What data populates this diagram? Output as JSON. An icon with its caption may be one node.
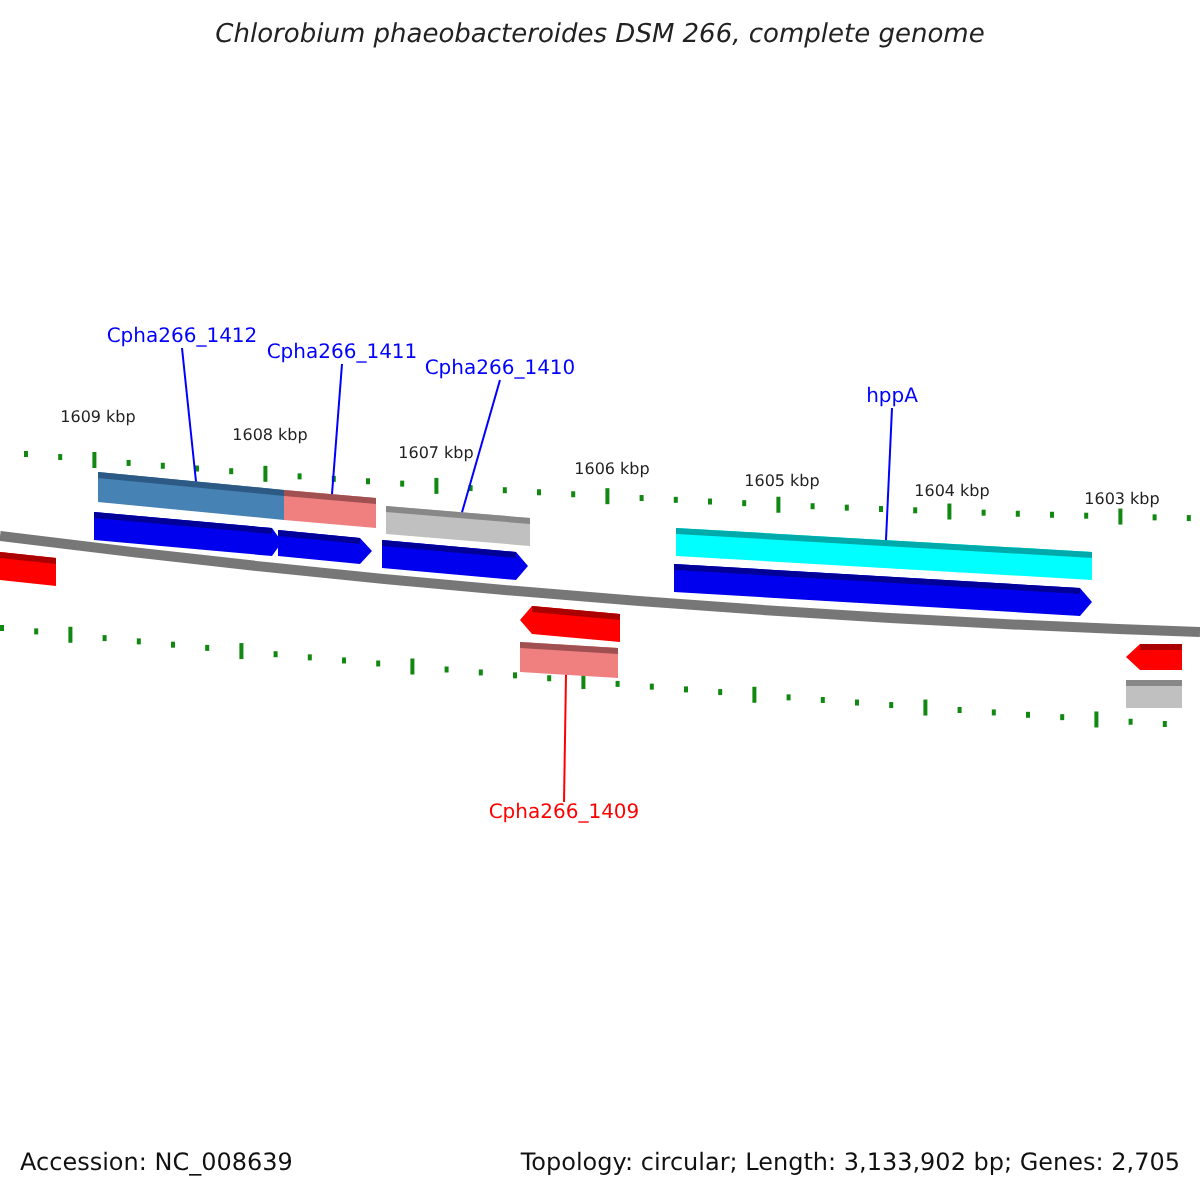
{
  "diagram": {
    "title": "Chlorobium phaeobacteroides DSM 266, complete genome",
    "nodes": [
      {
        "text": [
          "Cpha266_1412"
        ]
      },
      {
        "text": [],
        "shape": "bar"
      },
      {
        "text": [
          "Cpha266_1411"
        ]
      },
      {
        "text": [],
        "shape": "bar"
      },
      {
        "text": [
          "Cpha266_1410"
        ]
      },
      {
        "text": [],
        "shape": "bar"
      },
      {
        "text": [
          "hppA"
        ]
      },
      {
        "text": [],
        "shape": "bar"
      },
      {
        "text": [
          "Cpha266_1409"
        ]
      },
      {
        "text": [],
        "shape": "bar"
      }
    ],
    "edges": [
      {
        "from": 0,
        "to": 1,
        "arrow": "none"
      },
      {
        "from": 2,
        "to": 3,
        "arrow": "none"
      },
      {
        "from": 4,
        "to": 5,
        "arrow": "none"
      },
      {
        "from": 6,
        "to": 7,
        "arrow": "none"
      },
      {
        "from": 8,
        "to": 9,
        "arrow": "none",
        "color": "#ff0000"
      }
    ],
    "labels": [
      "1609 kbp",
      "1608 kbp",
      "1607 kbp",
      "1606 kbp",
      "1605 kbp",
      "1604 kbp",
      "1603 kbp",
      "Accession: NC_008639",
      "Topology: circular; Length: 3,133,902 bp; Genes: 2,705"
    ]
  }
}
